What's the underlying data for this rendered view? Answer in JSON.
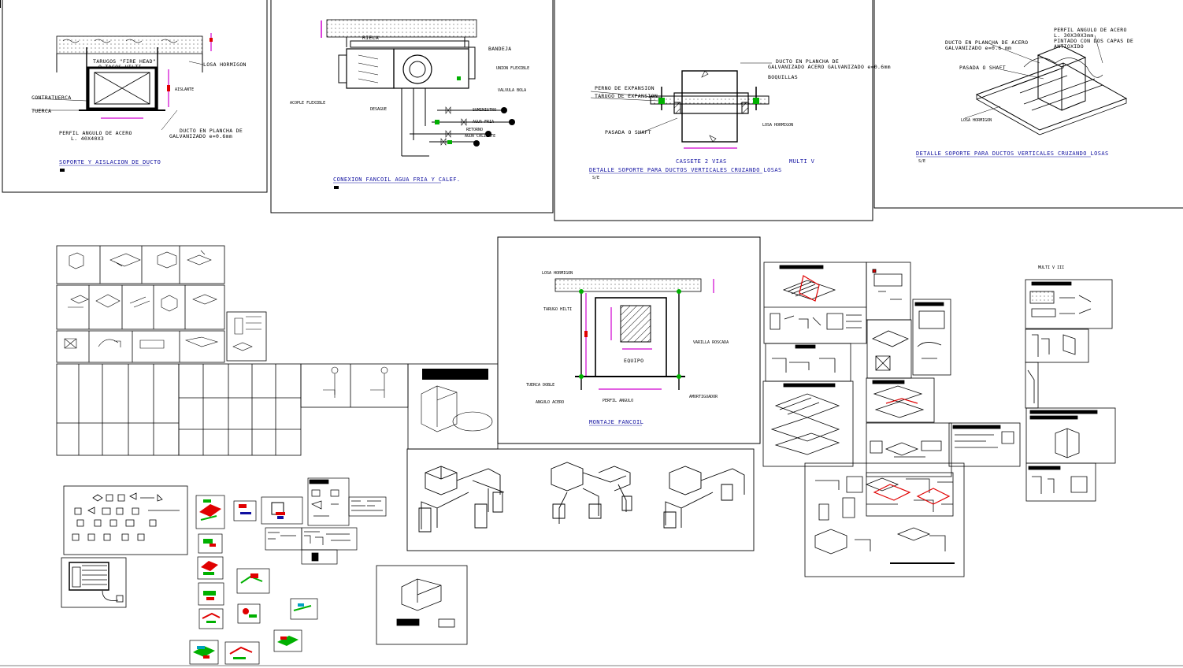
{
  "sheets": {
    "s1": {
      "title": "SOPORTE Y AISLACION DE DUCTO",
      "labels": [
        "TARUGOS \"FIRE HEAD\"",
        "O TACOS HILTI",
        "LOSA HORMIGON",
        "CONTRATUERCA",
        "TUERCA",
        "AISLANTE",
        "PERFIL ANGULO DE ACERO",
        "L. 40X40X3",
        "DUCTO EN PLANCHA DE",
        "GALVANIZADO e=0.6mm"
      ]
    },
    "s2": {
      "title": "CONEXION FANCOIL AGUA FRIA Y CALEF.",
      "labels": [
        "BANDEJA",
        "RIELA",
        "UNION FLEXIBLE",
        "VALVULA BOLA",
        "ACOPLE FLEXIBLE",
        "DESAGUE",
        "RETORNO",
        "SUMINISTRO",
        "AGUA FRIA",
        "AGUA CALIENTE"
      ]
    },
    "s3": {
      "title": "DETALLE SOPORTE PARA DUCTOS VERTICALES CRUZANDO LOSAS",
      "scale": "S/E",
      "labels": [
        "DUCTO EN PLANCHA DE",
        "GALVANIZADO ACERO GALVANIZADO e=0.6mm",
        "BOQUILLAS",
        "PERNO DE EXPANSION",
        "TARUGO DE EXPANSION",
        "PASADA O SHAFT",
        "LOSA HORMIGON"
      ],
      "caption_left": "CASSETE 2 VIAS",
      "caption_right": "MULTI V"
    },
    "s4": {
      "title": "DETALLE SOPORTE PARA DUCTOS VERTICALES CRUZANDO LOSAS",
      "scale": "S/E",
      "labels": [
        "PERFIL ANGULO DE ACERO",
        "L. 30X30X3mm",
        "PINTADO CON DOS CAPAS DE",
        "ANTIOXIDO",
        "DUCTO EN PLANCHA DE ACERO",
        "GALVANIZADO e=0.6 mm",
        "PASADA O SHAFT",
        "LOSA HORMIGON"
      ]
    },
    "fancoil": {
      "title": "MONTAJE FANCOIL",
      "equipment": "EQUIPO",
      "labels": [
        "LOSA HORMIGON",
        "TARUGO HILTI",
        "VARILLA ROSCADA",
        "TUERCA DOBLE",
        "ANGULO ACERO",
        "PERFIL ANGULO",
        "AMORTIGUADOR"
      ]
    },
    "multi_v_iii": "MULTI V III"
  },
  "colors": {
    "line": "#000000",
    "title": "#1010a0",
    "magenta_dim": "#d000d0",
    "green": "#00b000",
    "red": "#e00000",
    "cyan": "#00a0c0"
  }
}
